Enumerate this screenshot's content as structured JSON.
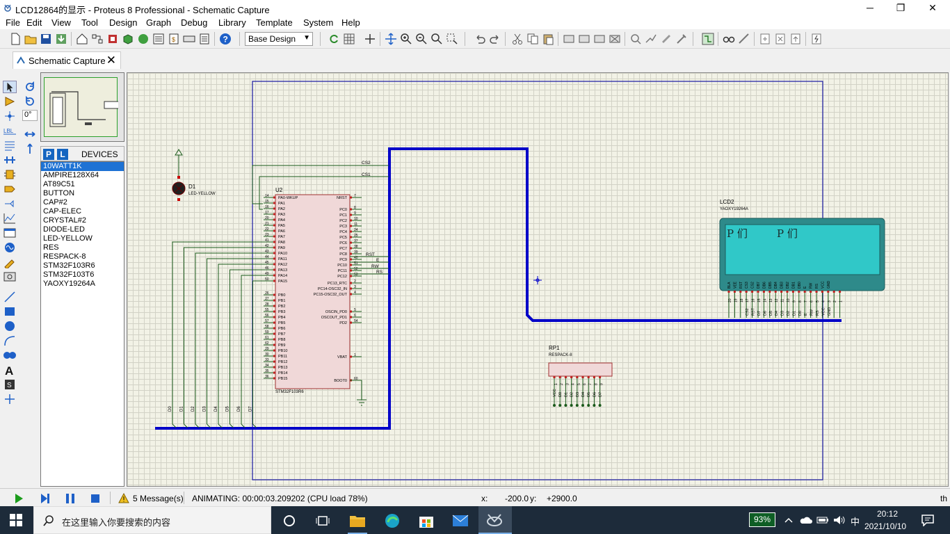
{
  "window": {
    "title": "LCD12864的显示 - Proteus 8 Professional - Schematic Capture",
    "minimize": "─",
    "restore": "❐",
    "close": "✕"
  },
  "menu": [
    "File",
    "Edit",
    "View",
    "Tool",
    "Design",
    "Graph",
    "Debug",
    "Library",
    "Template",
    "System",
    "Help"
  ],
  "toolbar": {
    "design_select": "Base Design"
  },
  "tab": {
    "label": "Schematic Capture",
    "close": "✕"
  },
  "left_panel": {
    "angle": "0°",
    "p_button": "P",
    "l_button": "L",
    "devices_title": "DEVICES",
    "devices": [
      "10WATT1K",
      "AMPIRE128X64",
      "AT89C51",
      "BUTTON",
      "CAP#2",
      "CAP-ELEC",
      "CRYSTAL#2",
      "DIODE-LED",
      "LED-YELLOW",
      "RES",
      "RESPACK-8",
      "STM32F103R6",
      "STM32F103T6",
      "YAOXY19264A"
    ],
    "selected_index": 0
  },
  "schematic": {
    "u2": {
      "ref": "U2",
      "part": "STM32F103R6",
      "left_pins": [
        {
          "n": "14",
          "name": "PA0-WKUP"
        },
        {
          "n": "15",
          "name": "PA1"
        },
        {
          "n": "16",
          "name": "PA2"
        },
        {
          "n": "17",
          "name": "PA3"
        },
        {
          "n": "20",
          "name": "PA4"
        },
        {
          "n": "21",
          "name": "PA5"
        },
        {
          "n": "22",
          "name": "PA6"
        },
        {
          "n": "23",
          "name": "PA7"
        },
        {
          "n": "41",
          "name": "PA8"
        },
        {
          "n": "42",
          "name": "PA9"
        },
        {
          "n": "43",
          "name": "PA10"
        },
        {
          "n": "44",
          "name": "PA11"
        },
        {
          "n": "45",
          "name": "PA12"
        },
        {
          "n": "46",
          "name": "PA13"
        },
        {
          "n": "49",
          "name": "PA14"
        },
        {
          "n": "50",
          "name": "PA15"
        },
        {
          "n": "26",
          "name": "PB0"
        },
        {
          "n": "27",
          "name": "PB1"
        },
        {
          "n": "28",
          "name": "PB2"
        },
        {
          "n": "55",
          "name": "PB3"
        },
        {
          "n": "56",
          "name": "PB4"
        },
        {
          "n": "57",
          "name": "PB5"
        },
        {
          "n": "58",
          "name": "PB6"
        },
        {
          "n": "59",
          "name": "PB7"
        },
        {
          "n": "61",
          "name": "PB8"
        },
        {
          "n": "62",
          "name": "PB9"
        },
        {
          "n": "29",
          "name": "PB10"
        },
        {
          "n": "30",
          "name": "PB11"
        },
        {
          "n": "33",
          "name": "PB12"
        },
        {
          "n": "34",
          "name": "PB13"
        },
        {
          "n": "35",
          "name": "PB14"
        },
        {
          "n": "36",
          "name": "PB15"
        }
      ],
      "right_pins": [
        {
          "n": "7",
          "name": "NRST"
        },
        {
          "n": "8",
          "name": "PC0"
        },
        {
          "n": "9",
          "name": "PC1"
        },
        {
          "n": "10",
          "name": "PC2"
        },
        {
          "n": "11",
          "name": "PC3"
        },
        {
          "n": "24",
          "name": "PC4"
        },
        {
          "n": "25",
          "name": "PC5"
        },
        {
          "n": "37",
          "name": "PC6"
        },
        {
          "n": "38",
          "name": "PC7"
        },
        {
          "n": "39",
          "name": "PC8"
        },
        {
          "n": "40",
          "name": "PC9"
        },
        {
          "n": "51",
          "name": "PC10"
        },
        {
          "n": "52",
          "name": "PC11"
        },
        {
          "n": "53",
          "name": "PC12"
        },
        {
          "n": "2",
          "name": "PC13_RTC"
        },
        {
          "n": "3",
          "name": "PC14-OSC32_IN"
        },
        {
          "n": "4",
          "name": "PC15-OSC32_OUT"
        },
        {
          "n": "5",
          "name": "OSCIN_PD0"
        },
        {
          "n": "6",
          "name": "OSCOUT_PD1"
        },
        {
          "n": "54",
          "name": "PD2"
        },
        {
          "n": "1",
          "name": "VBAT"
        },
        {
          "n": "60",
          "name": "BOOT0"
        }
      ],
      "net_labels": [
        "RST",
        "E",
        "RW",
        "RS"
      ]
    },
    "d1": {
      "ref": "D1",
      "part": "LED-YELLOW"
    },
    "cs_labels": [
      "CS2",
      "CS1"
    ],
    "bus_labels": [
      "D0",
      "D1",
      "D2",
      "D3",
      "D4",
      "D5",
      "D6",
      "D7"
    ],
    "lcd2": {
      "ref": "LCD2",
      "part": "YAOXY19264A",
      "display": [
        "P 们",
        "P 们"
      ],
      "pin_names": [
        "BLA",
        "VEE",
        "RST",
        "CS3",
        "CS2",
        "DB7",
        "DB6",
        "DB5",
        "DB4",
        "DB3",
        "DB2",
        "DB1",
        "DB0",
        "E",
        "RW",
        "RS",
        "VCC",
        "GND"
      ],
      "pin_nums": [
        "20",
        "19",
        "18",
        "17",
        "16",
        "15",
        "14",
        "13",
        "12",
        "11",
        "10",
        "9",
        "8",
        "7",
        "6",
        "5",
        "4",
        "3",
        "2",
        "1"
      ],
      "net_labels": [
        "CS2",
        "RST",
        "D7",
        "D6",
        "D5",
        "D4",
        "D3",
        "D2",
        "D1",
        "D0",
        "E",
        "RW",
        "RS",
        "VCC",
        "GND"
      ]
    },
    "rp1": {
      "ref": "RP1",
      "part": "RESPACK-8",
      "pin_nums": [
        "1",
        "2",
        "3",
        "4",
        "5",
        "6",
        "7",
        "8",
        "9"
      ],
      "net_labels": [
        "VCC",
        "D0",
        "D1",
        "D2",
        "D3",
        "D4",
        "D5",
        "D6",
        "D7"
      ]
    }
  },
  "status": {
    "messages": "5 Message(s)",
    "animating": "ANIMATING: 00:00:03.209202 (CPU load 78%)",
    "x_label": "x:",
    "x_value": "-200.0",
    "y_label": "y:",
    "y_value": "+2900.0",
    "units": "th"
  },
  "taskbar": {
    "search_placeholder": "在这里输入你要搜索的内容",
    "battery": "93%",
    "ime": "中",
    "time": "20:12",
    "date": "2021/10/10"
  },
  "colors": {
    "wire": "#1a5a1a",
    "bus": "#0000c8",
    "ic_body": "#f0d8d8",
    "ic_border": "#a03030",
    "lcd_body": "#2e8a8a",
    "lcd_screen": "#30c8c8"
  }
}
